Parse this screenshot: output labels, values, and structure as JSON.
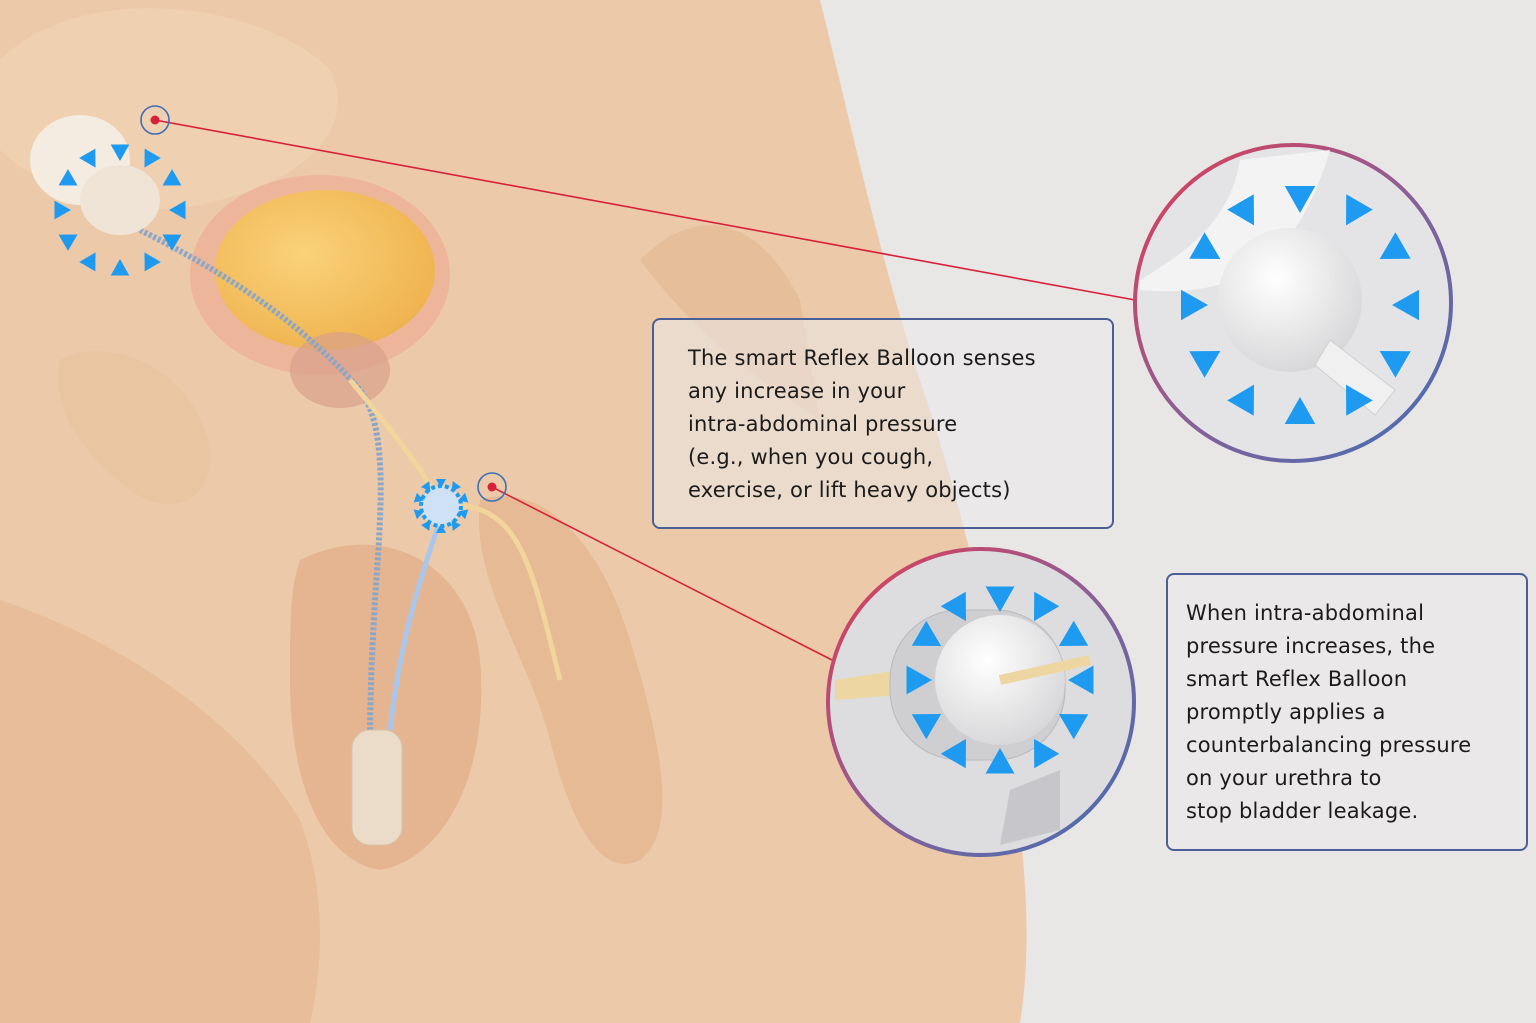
{
  "callouts": {
    "sensing": {
      "lines": [
        "The smart Reflex Balloon senses",
        "any increase in your",
        "intra-abdominal pressure",
        "(e.g., when you cough,",
        "exercise, or lift heavy objects)"
      ]
    },
    "response": {
      "lines": [
        "When intra-abdominal",
        "pressure increases, the",
        "smart Reflex Balloon",
        "promptly applies a",
        "counterbalancing pressure",
        "on your urethra to",
        "stop bladder leakage."
      ]
    }
  },
  "colors": {
    "skin": "#eac6a3",
    "background": "#e9e7e6",
    "arrow_blue": "#1e9bf0",
    "leader_red": "#d8203a",
    "frame_blue": "#4a5f93",
    "bladder": "#f4c45a"
  }
}
